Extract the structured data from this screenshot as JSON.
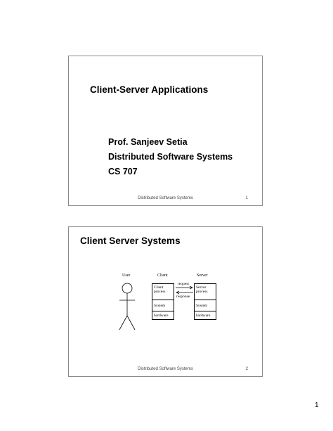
{
  "slide1": {
    "title": "Client-Server Applications",
    "lines": [
      "Prof. Sanjeev Setia",
      "Distributed Software Systems",
      "CS 707"
    ],
    "footer": "Distributed Software Systems",
    "page": "1"
  },
  "slide2": {
    "title": "Client Server Systems",
    "diagram": {
      "user_label": "User",
      "client_label": "Client",
      "server_label": "Server",
      "client_process_line1": "Client",
      "client_process_line2": "process",
      "client_system": "System",
      "client_hardware": "hardware",
      "server_process_line1": "Server",
      "server_process_line2": "process",
      "server_system": "System",
      "server_hardware": "hardware",
      "request": "request",
      "response": "response"
    },
    "footer": "Distributed Software Systems",
    "page": "2"
  },
  "page_number": "1"
}
